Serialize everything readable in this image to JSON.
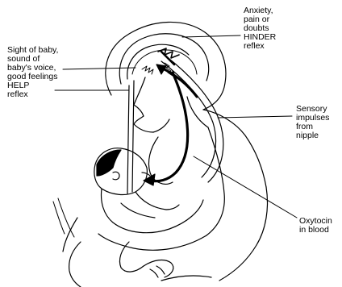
{
  "labels": {
    "anxiety": {
      "lines": [
        "Anxiety,",
        "pain or",
        "doubts",
        "HINDER",
        "reflex"
      ]
    },
    "sight": {
      "lines": [
        "Sight of baby,",
        "sound of",
        "baby's voice,",
        "good feelings",
        "HELP",
        "reflex"
      ]
    },
    "sensory": {
      "lines": [
        "Sensory",
        "impulses",
        "from",
        "nipple"
      ]
    },
    "oxytocin": {
      "lines": [
        "Oxytocin",
        "in blood"
      ]
    }
  },
  "colors": {
    "ink": "#000000",
    "paper": "#ffffff"
  }
}
